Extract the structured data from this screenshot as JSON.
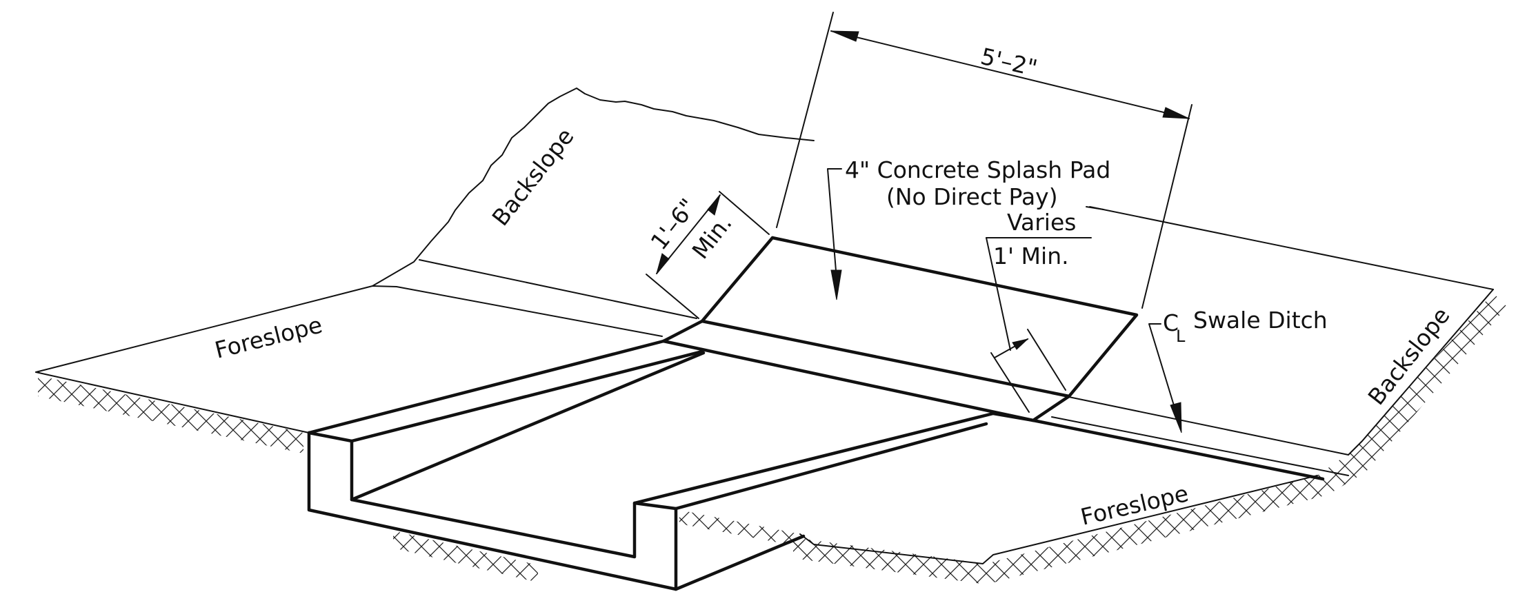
{
  "labels": {
    "backslope_left": "Backslope",
    "foreslope_left": "Foreslope",
    "dim_pad_width": "5'–2\"",
    "pad_note_line1": "4\" Concrete Splash Pad",
    "pad_note_line2": "(No Direct Pay)",
    "varies": "Varies",
    "one_ft_min": "1' Min.",
    "dim_pad_length_top": "1'–6\"",
    "dim_pad_length_bottom": "Min.",
    "centerline_symbol": "C",
    "centerline_sub": "L",
    "swale_ditch": "Swale Ditch",
    "backslope_right": "Backslope",
    "foreslope_right": "Foreslope"
  },
  "colors": {
    "line": "#111111",
    "background": "#ffffff"
  }
}
